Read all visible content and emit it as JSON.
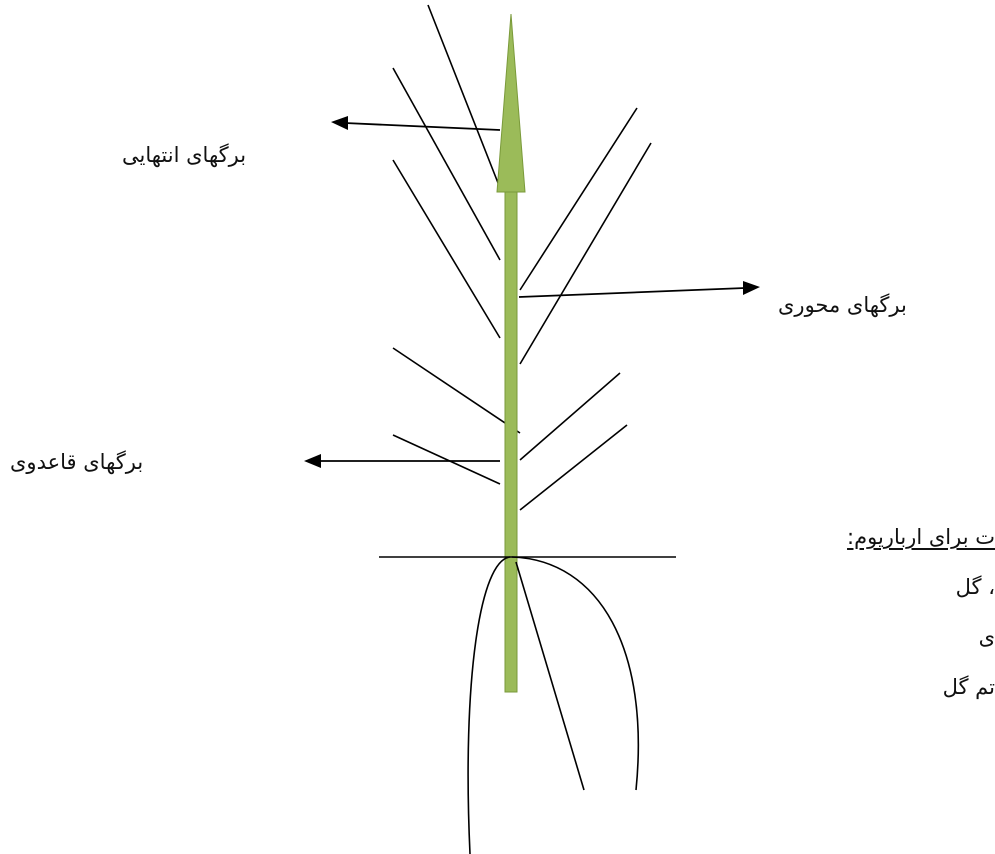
{
  "labels": {
    "terminal_leaves": "برگهای انتهایی",
    "axial_leaves": "برگهای محوری",
    "basal_leaves": "برگهای قاعدوی"
  },
  "side_text": {
    "heading": "ت برای ارباریوم:",
    "line1": "، گل",
    "line2": "ی",
    "line3": "تم گل"
  },
  "colors": {
    "stem_fill": "#9bbb59",
    "stem_stroke": "#7a9a3a",
    "line": "#000000"
  }
}
